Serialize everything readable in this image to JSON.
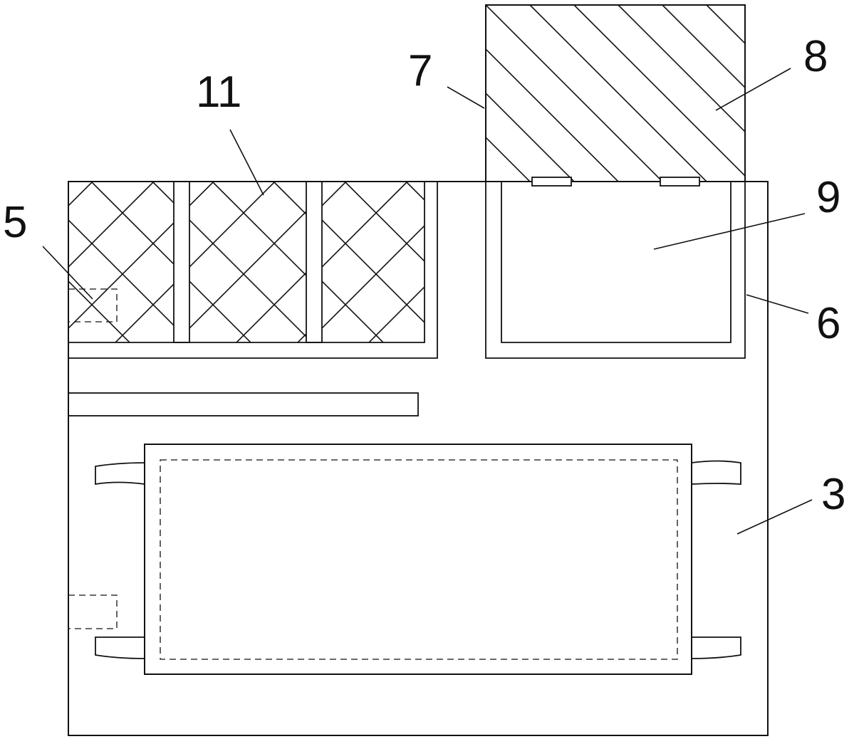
{
  "labels": {
    "part_3": "3",
    "part_5": "5",
    "part_6": "6",
    "part_7": "7",
    "part_8": "8",
    "part_9": "9",
    "part_11": "11"
  }
}
